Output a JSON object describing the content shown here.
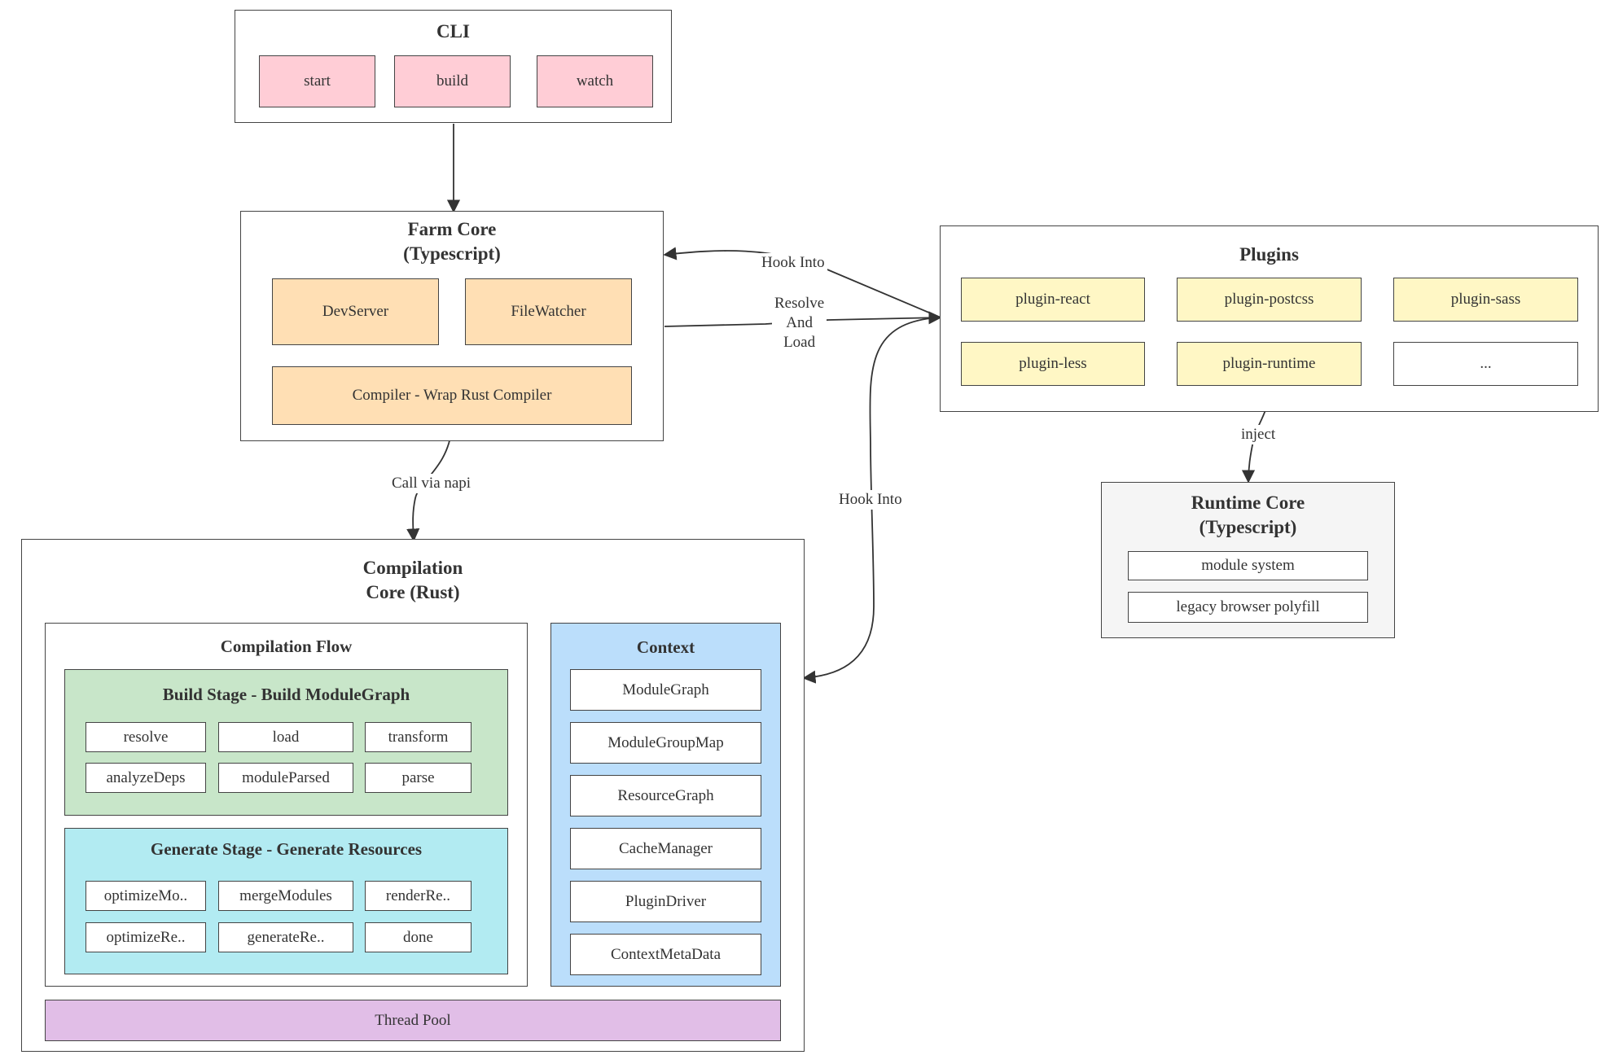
{
  "colors": {
    "cli_node": "#ffcdd6",
    "farm_core_node": "#ffdfb4",
    "plugin_node": "#fff7c5",
    "build_stage": "#c8e6c9",
    "generate_stage": "#b2ebf2",
    "context": "#bbdefb",
    "thread_pool": "#e1bee7",
    "runtime_core": "#f5f5f5",
    "border": "#444444"
  },
  "cli": {
    "title": "CLI",
    "commands": [
      "start",
      "build",
      "watch"
    ]
  },
  "farm_core": {
    "title_line1": "Farm Core",
    "title_line2": "(Typescript)",
    "devserver": "DevServer",
    "filewatcher": "FileWatcher",
    "compiler": "Compiler - Wrap Rust Compiler"
  },
  "plugins": {
    "title": "Plugins",
    "items": [
      "plugin-react",
      "plugin-postcss",
      "plugin-sass",
      "plugin-less",
      "plugin-runtime",
      "..."
    ]
  },
  "runtime_core": {
    "title_line1": "Runtime Core",
    "title_line2": "(Typescript)",
    "items": [
      "module system",
      "legacy browser polyfill"
    ]
  },
  "compilation_core": {
    "title_line1": "Compilation",
    "title_line2": "Core (Rust)",
    "flow": {
      "title": "Compilation Flow",
      "build_stage": {
        "title": "Build Stage - Build ModuleGraph",
        "steps": [
          "resolve",
          "load",
          "transform",
          "analyzeDeps",
          "moduleParsed",
          "parse"
        ]
      },
      "generate_stage": {
        "title": "Generate Stage - Generate Resources",
        "steps": [
          "optimizeMo..",
          "mergeModules",
          "renderRe..",
          "optimizeRe..",
          "generateRe..",
          "done"
        ]
      }
    },
    "context": {
      "title": "Context",
      "items": [
        "ModuleGraph",
        "ModuleGroupMap",
        "ResourceGraph",
        "CacheManager",
        "PluginDriver",
        "ContextMetaData"
      ]
    },
    "thread_pool": "Thread Pool"
  },
  "edges": {
    "hook_into_top": "Hook Into",
    "resolve_and_load_1": "Resolve",
    "resolve_and_load_2": "And",
    "resolve_and_load_3": "Load",
    "call_via_napi": "Call via napi",
    "hook_into_context": "Hook Into",
    "inject": "inject"
  }
}
